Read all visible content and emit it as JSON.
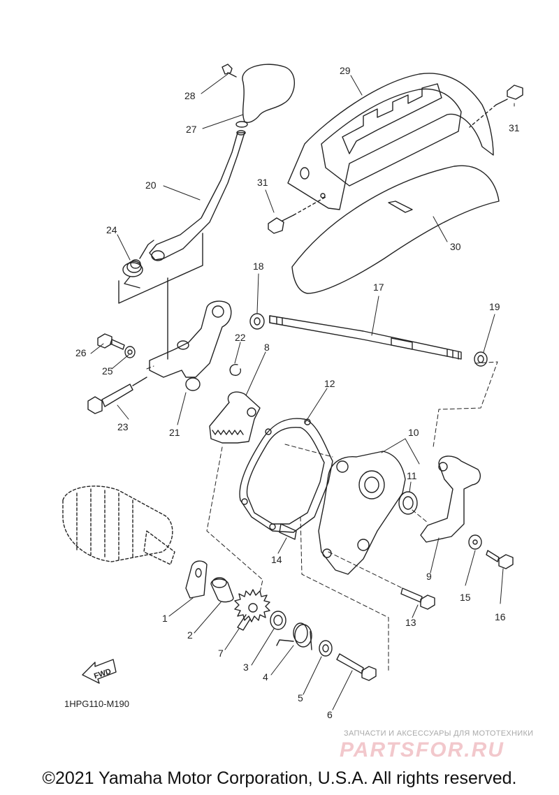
{
  "callouts": {
    "c1": "1",
    "c2": "2",
    "c3": "3",
    "c4": "4",
    "c5": "5",
    "c6": "6",
    "c7": "7",
    "c8": "8",
    "c9": "9",
    "c10": "10",
    "c11": "11",
    "c12": "12",
    "c13": "13",
    "c14": "14",
    "c15": "15",
    "c16": "16",
    "c17": "17",
    "c18": "18",
    "c19": "19",
    "c20": "20",
    "c21": "21",
    "c22": "22",
    "c23": "23",
    "c24": "24",
    "c25": "25",
    "c26": "26",
    "c27": "27",
    "c28": "28",
    "c29": "29",
    "c30": "30",
    "c31a": "31",
    "c31b": "31"
  },
  "fwd_label": "FWD",
  "diagram_code": "1HPG110-M190",
  "copyright": "©2021 Yamaha Motor Corporation, U.S.A. All rights reserved.",
  "watermark": {
    "small_text": "ЗАПЧАСТИ И АКСЕССУАРЫ ДЛЯ МОТОТЕХНИКИ",
    "logo_text": "PARTSFOR.RU"
  },
  "colors": {
    "line": "#222222",
    "watermark_logo": "#f2c8cc",
    "watermark_text": "#a9a9a9"
  }
}
